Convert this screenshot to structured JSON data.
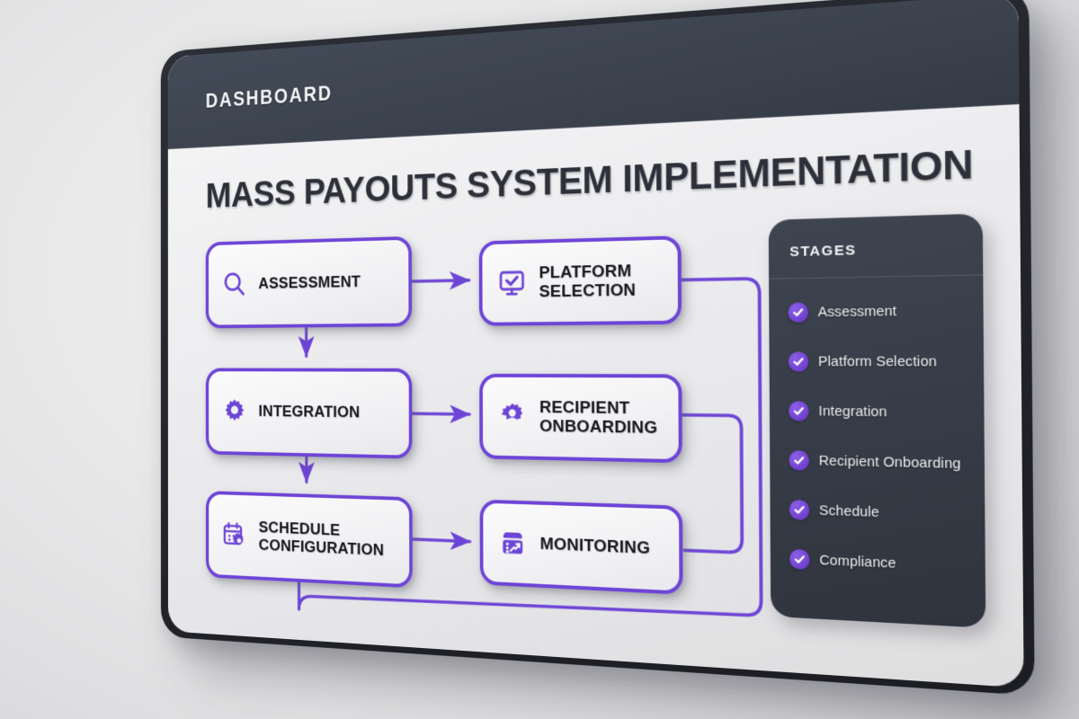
{
  "header": {
    "label": "DASHBOARD"
  },
  "page_title": "MASS PAYOUTS SYSTEM IMPLEMENTATION",
  "colors": {
    "accent_purple": "#6D45D6",
    "check_purple": "#7646D4",
    "dark_panel": "#3C434F",
    "board_bg": "#EEEEF0",
    "node_text": "#17181C"
  },
  "flow": {
    "nodes": [
      {
        "id": "assessment",
        "label": "ASSESSMENT",
        "icon": "magnifier-icon"
      },
      {
        "id": "platform",
        "label": "PLATFORM\nSELECTION",
        "icon": "monitor-check-icon"
      },
      {
        "id": "integration",
        "label": "INTEGRATION",
        "icon": "gear-icon"
      },
      {
        "id": "recipient",
        "label": "RECIPIENT\nONBOARDING",
        "icon": "user-badge-icon"
      },
      {
        "id": "schedule",
        "label": "SCHEDULE\nCONFIGURATION",
        "icon": "calendar-gear-icon"
      },
      {
        "id": "monitoring",
        "label": "MONITORING",
        "icon": "analytics-box-icon"
      }
    ],
    "connections": [
      {
        "from": "assessment",
        "to": "platform",
        "style": "arrow-right"
      },
      {
        "from": "assessment",
        "to": "integration",
        "style": "arrow-down"
      },
      {
        "from": "integration",
        "to": "recipient",
        "style": "arrow-right"
      },
      {
        "from": "integration",
        "to": "schedule",
        "style": "arrow-down"
      },
      {
        "from": "schedule",
        "to": "monitoring",
        "style": "arrow-right"
      },
      {
        "from": "platform",
        "to": "loop-bottom",
        "style": "elbow-right"
      },
      {
        "from": "recipient",
        "to": "monitoring",
        "style": "elbow-right"
      },
      {
        "from": "loop-bottom",
        "to": "schedule",
        "style": "elbow-bottom"
      }
    ]
  },
  "stages_panel": {
    "title": "STAGES",
    "items": [
      {
        "label": "Assessment",
        "checked": true
      },
      {
        "label": "Platform Selection",
        "checked": true
      },
      {
        "label": "Integration",
        "checked": true
      },
      {
        "label": "Recipient Onboarding",
        "checked": true
      },
      {
        "label": "Schedule",
        "checked": true
      },
      {
        "label": "Compliance",
        "checked": true
      }
    ]
  }
}
